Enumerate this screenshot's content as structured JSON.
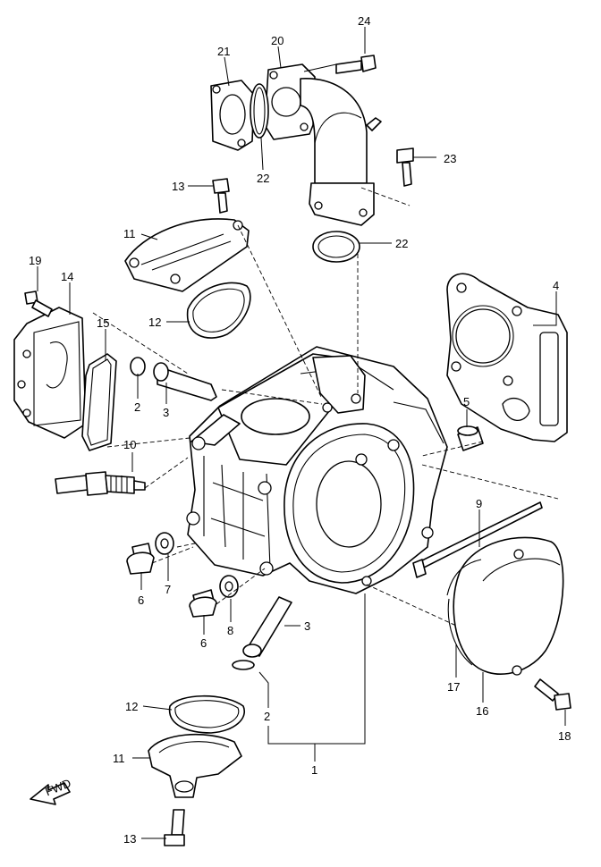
{
  "callouts": [
    {
      "id": "c24",
      "label": "24"
    },
    {
      "id": "c21",
      "label": "21"
    },
    {
      "id": "c20",
      "label": "20"
    },
    {
      "id": "c22a",
      "label": "22"
    },
    {
      "id": "c23",
      "label": "23"
    },
    {
      "id": "c13a",
      "label": "13"
    },
    {
      "id": "c11a",
      "label": "11"
    },
    {
      "id": "c22b",
      "label": "22"
    },
    {
      "id": "c19",
      "label": "19"
    },
    {
      "id": "c14",
      "label": "14"
    },
    {
      "id": "c4",
      "label": "4"
    },
    {
      "id": "c12a",
      "label": "12"
    },
    {
      "id": "c15",
      "label": "15"
    },
    {
      "id": "c2a",
      "label": "2"
    },
    {
      "id": "c3a",
      "label": "3"
    },
    {
      "id": "c5",
      "label": "5"
    },
    {
      "id": "c10",
      "label": "10"
    },
    {
      "id": "c9",
      "label": "9"
    },
    {
      "id": "c6a",
      "label": "6"
    },
    {
      "id": "c7",
      "label": "7"
    },
    {
      "id": "c6b",
      "label": "6"
    },
    {
      "id": "c8",
      "label": "8"
    },
    {
      "id": "c3b",
      "label": "3"
    },
    {
      "id": "c17",
      "label": "17"
    },
    {
      "id": "c16",
      "label": "16"
    },
    {
      "id": "c12b",
      "label": "12"
    },
    {
      "id": "c2b",
      "label": "2"
    },
    {
      "id": "c18",
      "label": "18"
    },
    {
      "id": "c1",
      "label": "1"
    },
    {
      "id": "c11b",
      "label": "11"
    },
    {
      "id": "c13b",
      "label": "13"
    }
  ],
  "fwd_label": "FWD"
}
